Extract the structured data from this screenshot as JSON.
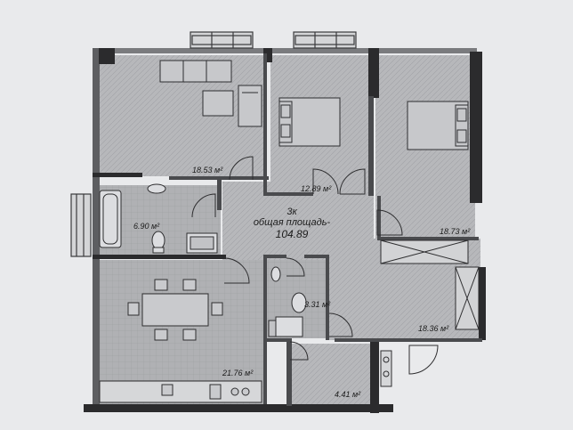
{
  "plan": {
    "room_type": "3к",
    "total_area_label": "общая площадь-",
    "total_area_value": "104.89",
    "unit": "м²"
  },
  "rooms": {
    "living": {
      "area": "18.53 м²"
    },
    "bedroom_1": {
      "area": "12.89 м²"
    },
    "bedroom_2": {
      "area": "18.73 м²"
    },
    "bathroom": {
      "area": "6.90 м²"
    },
    "wc": {
      "area": "3.31 м²"
    },
    "kitchen_dining": {
      "area": "21.76 м²"
    },
    "hall": {
      "area": "18.36 м²"
    },
    "storage": {
      "area": "4.41 м²"
    }
  },
  "colors": {
    "paper": "#e9eaec",
    "floor_grey": "#b3b4b7",
    "floor_hatch": "#9d9ea2",
    "wall": "#2b2b2d",
    "line": "#3a3a3c"
  }
}
